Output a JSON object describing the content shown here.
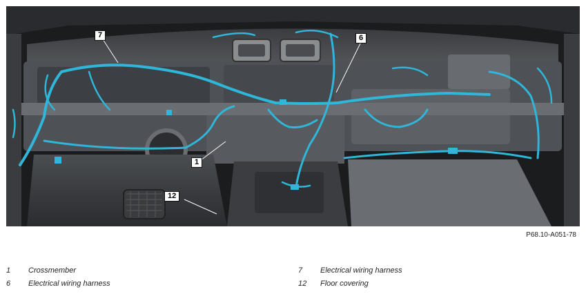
{
  "callouts": [
    {
      "number": "7"
    },
    {
      "number": "6"
    },
    {
      "number": "1"
    },
    {
      "number": "12"
    }
  ],
  "figure_code": "P68.10-A051-78",
  "legend": [
    {
      "number": "1",
      "label": "Crossmember"
    },
    {
      "number": "6",
      "label": "Electrical wiring harness"
    },
    {
      "number": "7",
      "label": "Electrical wiring harness"
    },
    {
      "number": "12",
      "label": "Floor covering"
    }
  ],
  "colors": {
    "harness": "#2fb6d9",
    "background": "#1b1c1e",
    "component": "#5a5d61"
  }
}
